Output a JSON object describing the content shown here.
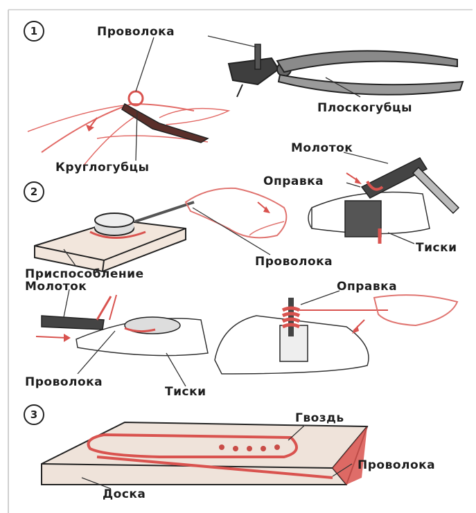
{
  "sections": [
    {
      "number": "1"
    },
    {
      "number": "2"
    },
    {
      "number": "3"
    }
  ],
  "labels": {
    "provoloka_1": "Проволока",
    "ploskogubtsy": "Плоскогубцы",
    "kruglogubtsy": "Круглогубцы",
    "molotok_1": "Молоток",
    "opravka_1": "Оправка",
    "tiski_1": "Тиски",
    "provoloka_2": "Проволока",
    "prisposoblenie": "Приспособление",
    "molotok_2": "Молоток",
    "opravka_2": "Оправка",
    "provoloka_3": "Проволока",
    "tiski_2": "Тиски",
    "gvozd": "Гвоздь",
    "provoloka_4": "Проволока",
    "doska": "Доска"
  },
  "colors": {
    "ink": "#2a2a2a",
    "wire_red": "#d9534f",
    "soft_red": "#ee9a96",
    "tool_dark": "#4a4a4a",
    "board_fill": "#efe3da",
    "page_bg": "#ffffff"
  }
}
